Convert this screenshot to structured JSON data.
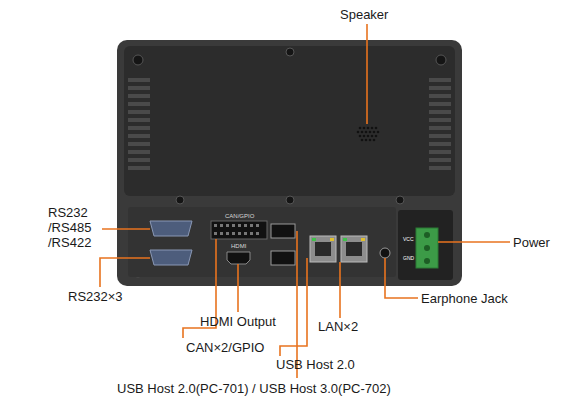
{
  "diagram": {
    "labels": [
      "Speaker",
      "RS232 /RS485 /RS422",
      "RS232×3",
      "HDMI Output",
      "CAN×2/GPIO",
      "USB Host 2.0",
      "USB Host 2.0(PC-701) / USB Host 3.0(PC-702)",
      "LAN×2",
      "Earphone Jack",
      "Power",
      "CAN/GPIO",
      "HDMI",
      "VCC",
      "GND"
    ]
  }
}
